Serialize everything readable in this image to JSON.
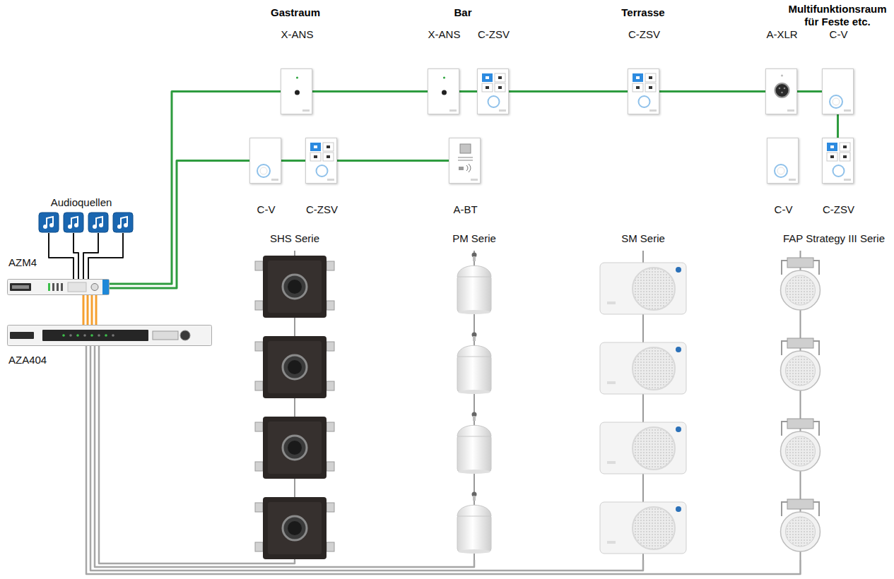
{
  "diagram": {
    "nodes": [
      {
        "text": [
          "Audioquellen"
        ]
      },
      {
        "text": [
          "AZM4"
        ]
      },
      {
        "text": [
          "AZA404"
        ]
      },
      {
        "text": [
          "X-ANS"
        ]
      },
      {
        "text": [
          "X-ANS"
        ]
      },
      {
        "text": [
          "C-ZSV"
        ]
      },
      {
        "text": [
          "C-ZSV"
        ]
      },
      {
        "text": [
          "A-XLR"
        ]
      },
      {
        "text": [
          "C-V"
        ]
      },
      {
        "text": [
          "C-V"
        ]
      },
      {
        "text": [
          "C-ZSV"
        ]
      },
      {
        "text": [
          "A-BT"
        ]
      },
      {
        "text": [
          "C-V"
        ]
      },
      {
        "text": [
          "C-ZSV"
        ]
      },
      {
        "text": [
          "SHS Serie"
        ]
      },
      {
        "text": [
          "PM Serie"
        ]
      },
      {
        "text": [
          "SM Serie"
        ]
      },
      {
        "text": [
          "FAP Strategy III Serie"
        ]
      }
    ],
    "edges": [
      {
        "from": 0,
        "to": 1,
        "arrow": "none"
      },
      {
        "from": 1,
        "to": 2,
        "arrow": "none"
      },
      {
        "from": 1,
        "to": 3,
        "arrow": "none"
      },
      {
        "from": 3,
        "to": 4,
        "arrow": "none"
      },
      {
        "from": 4,
        "to": 5,
        "arrow": "none"
      },
      {
        "from": 5,
        "to": 6,
        "arrow": "none"
      },
      {
        "from": 6,
        "to": 7,
        "arrow": "none"
      },
      {
        "from": 7,
        "to": 8,
        "arrow": "none"
      },
      {
        "from": 8,
        "to": 13,
        "arrow": "none"
      },
      {
        "from": 1,
        "to": 9,
        "arrow": "none"
      },
      {
        "from": 9,
        "to": 10,
        "arrow": "none"
      },
      {
        "from": 10,
        "to": 11,
        "arrow": "none"
      },
      {
        "from": 2,
        "to": 14,
        "arrow": "none"
      },
      {
        "from": 2,
        "to": 15,
        "arrow": "none"
      },
      {
        "from": 2,
        "to": 16,
        "arrow": "none"
      },
      {
        "from": 2,
        "to": 17,
        "arrow": "none"
      }
    ],
    "labels": [
      "Gastraum",
      "Bar",
      "Terrasse",
      "Multifunktionsraum für Feste etc."
    ]
  }
}
